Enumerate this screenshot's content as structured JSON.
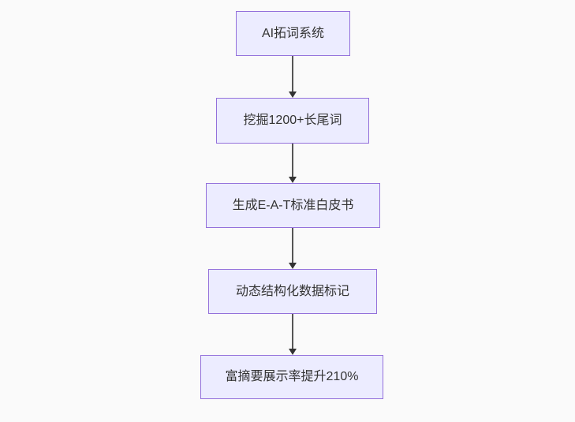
{
  "diagram": {
    "type": "flowchart-vertical",
    "nodes": [
      {
        "label": "AI拓词系统"
      },
      {
        "label": "挖掘1200+长尾词"
      },
      {
        "label": "生成E-A-T标准白皮书"
      },
      {
        "label": "动态结构化数据标记"
      },
      {
        "label": "富摘要展示率提升210%"
      }
    ],
    "edges": [
      {
        "from": 0,
        "to": 1,
        "style": "arrow-down"
      },
      {
        "from": 1,
        "to": 2,
        "style": "arrow-down"
      },
      {
        "from": 2,
        "to": 3,
        "style": "arrow-down"
      },
      {
        "from": 3,
        "to": 4,
        "style": "arrow-down"
      }
    ],
    "colors": {
      "node_fill": "#ECECFF",
      "node_border": "#9370DB",
      "node_text": "#333333",
      "edge_line": "#555555",
      "edge_arrowhead": "#333333",
      "background": "#fafafa"
    }
  }
}
